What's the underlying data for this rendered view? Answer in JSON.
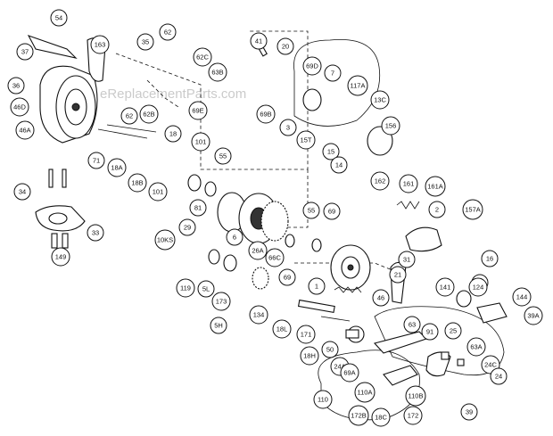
{
  "watermark": "eReplacementParts.com",
  "callouts": [
    "54",
    "163",
    "35",
    "62",
    "41",
    "20",
    "37",
    "36",
    "62C",
    "63B",
    "69D",
    "7",
    "117A",
    "13C",
    "46D",
    "62",
    "62B",
    "69E",
    "156",
    "69B",
    "3",
    "15T",
    "15",
    "14",
    "46A",
    "18",
    "101",
    "71",
    "55",
    "18A",
    "18B",
    "101",
    "81",
    "162",
    "161",
    "161A",
    "2",
    "157A",
    "34",
    "29",
    "55",
    "69",
    "33",
    "10KS",
    "6",
    "26A",
    "66C",
    "16",
    "149",
    "31",
    "21",
    "119",
    "5L",
    "173",
    "69",
    "1",
    "46",
    "141",
    "25",
    "124",
    "144",
    "5H",
    "134",
    "18L",
    "171",
    "63",
    "91",
    "25",
    "39A",
    "18H",
    "50",
    "24A",
    "63A",
    "24C",
    "69A",
    "110A",
    "110B",
    "172B",
    "18C",
    "172",
    "110",
    "39",
    "24"
  ],
  "icons": {
    "reel_housing": "reel-frame-icon",
    "gear": "gear-icon",
    "washer": "washer-icon",
    "screw": "screw-icon",
    "spring": "spring-icon",
    "handle": "handle-icon"
  }
}
